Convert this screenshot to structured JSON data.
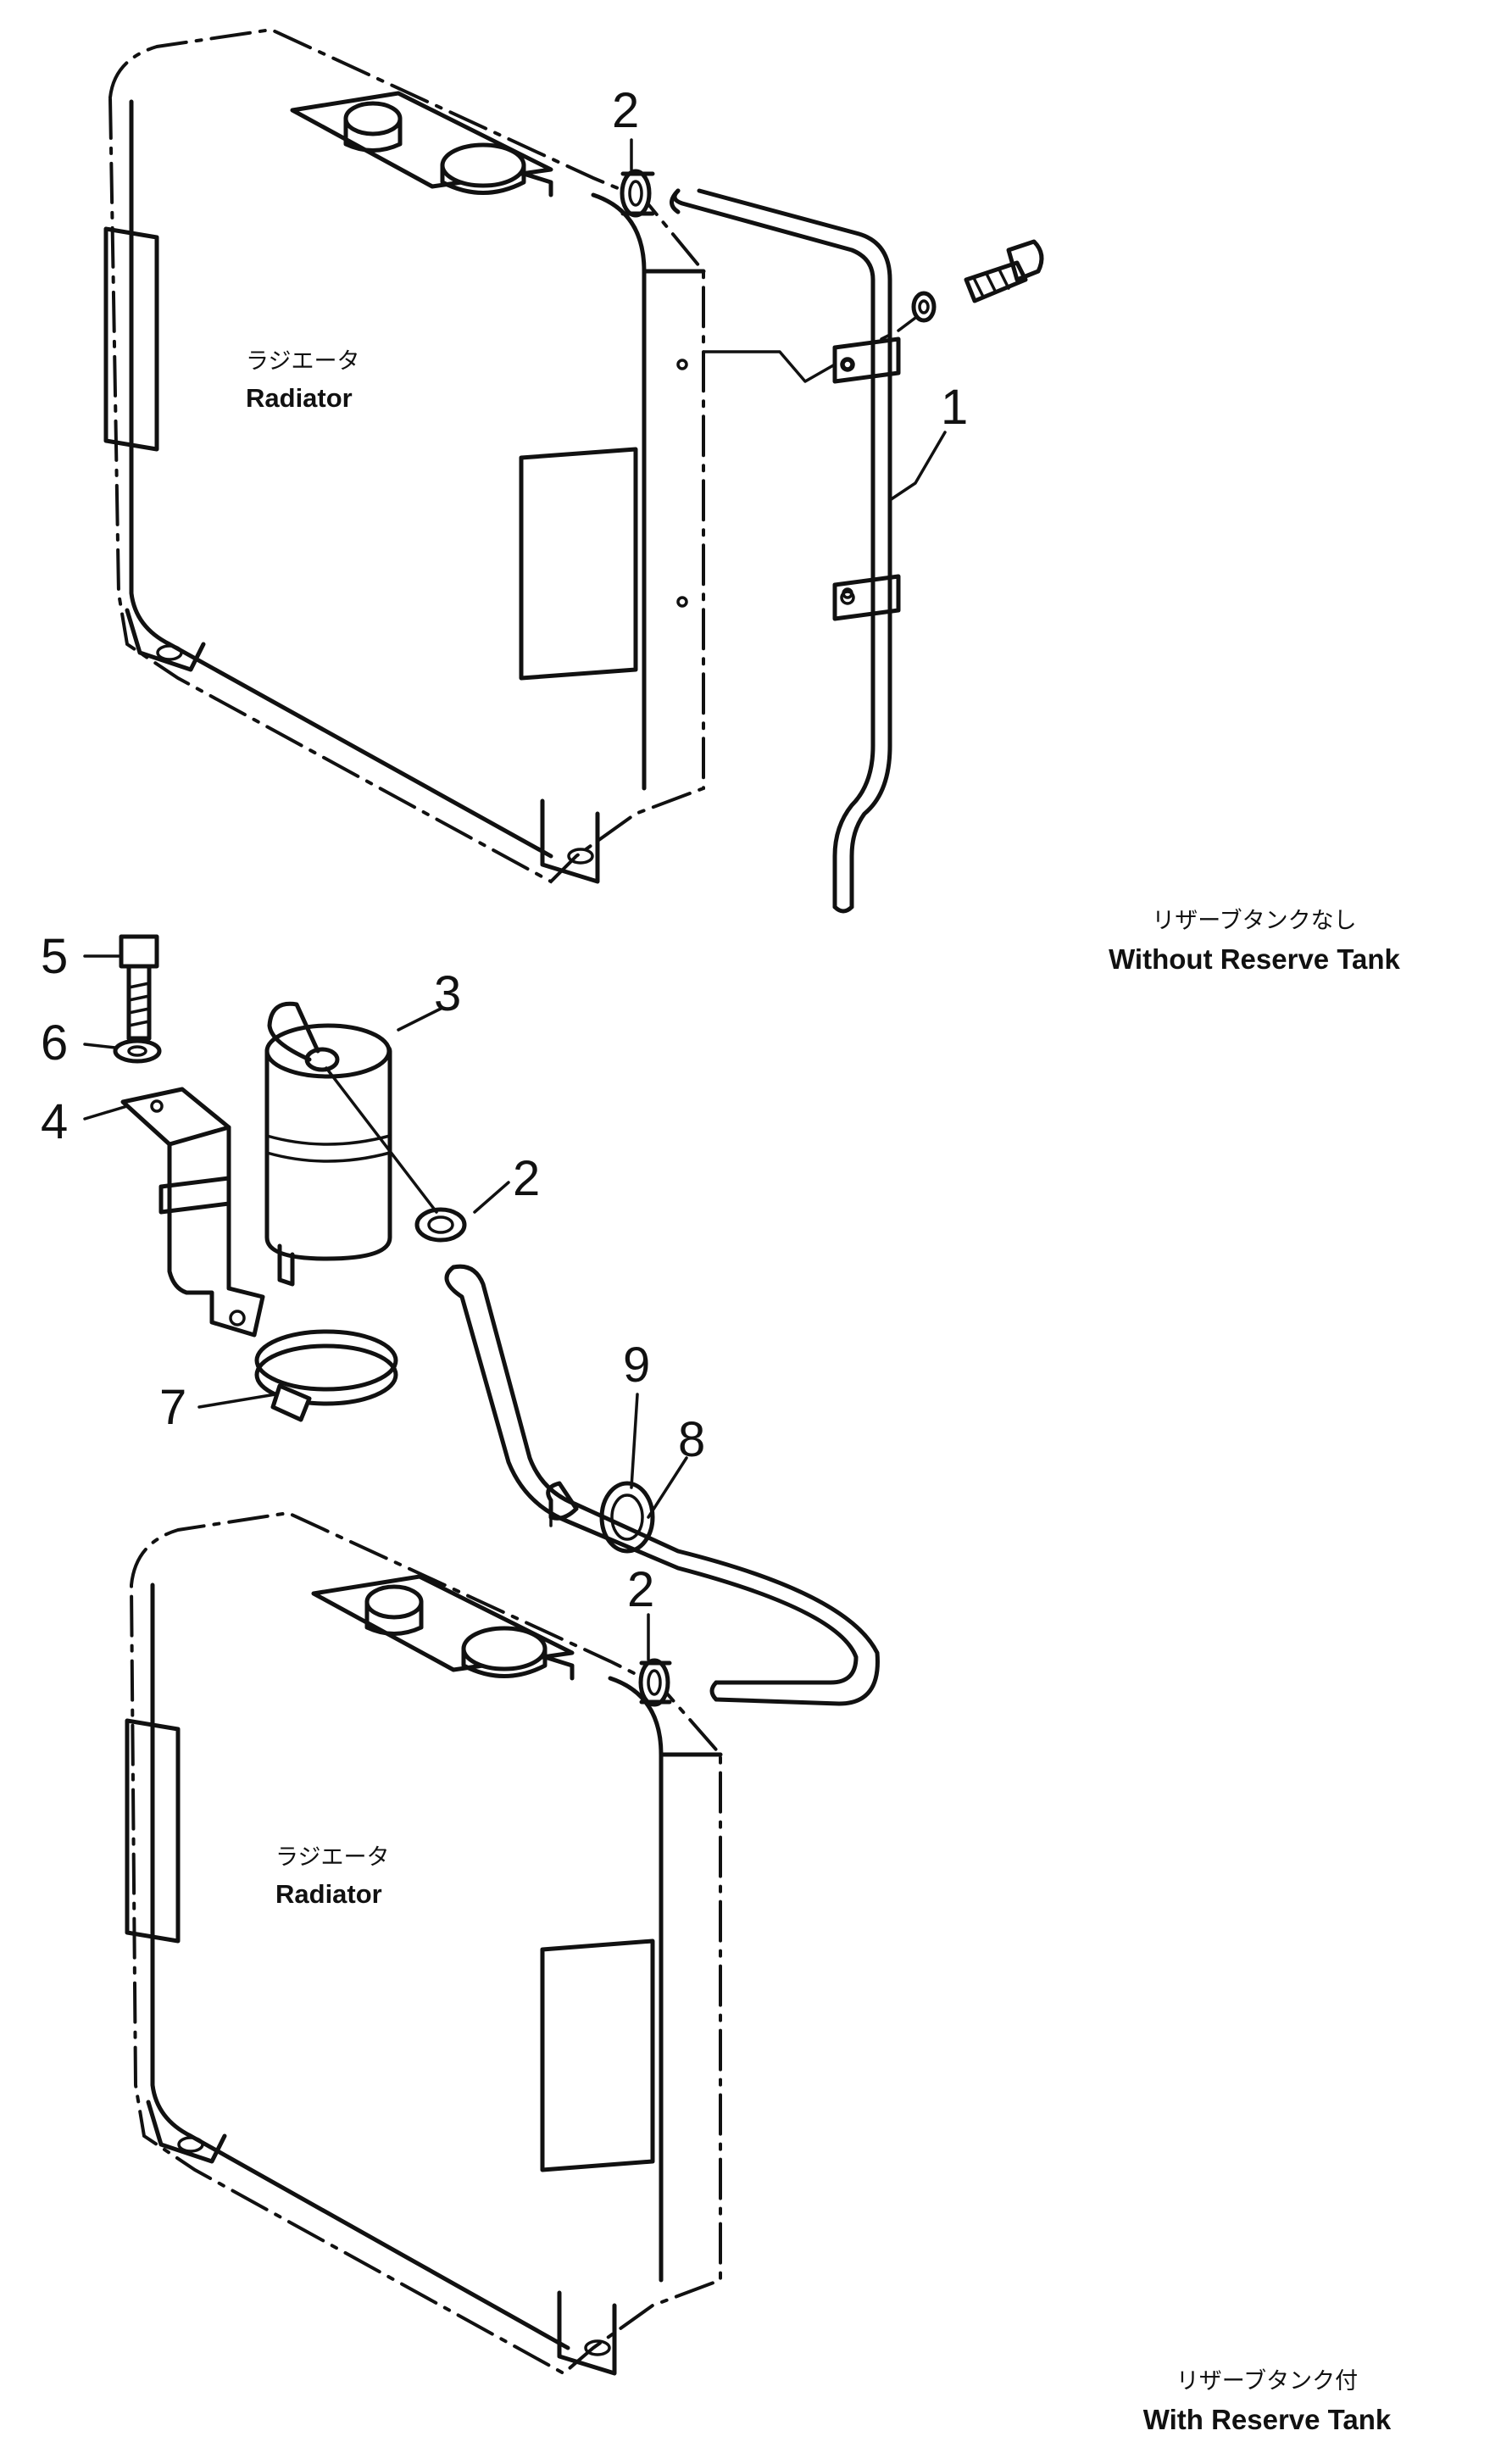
{
  "radiator": {
    "label_jp": "ラジエータ",
    "label_en": "Radiator"
  },
  "views": {
    "without": {
      "label_jp": "リザーブタンクなし",
      "label_en": "Without Reserve Tank"
    },
    "with": {
      "label_jp": "リザーブタンク付",
      "label_en": "With Reserve Tank"
    }
  },
  "callouts": {
    "c1": "1",
    "c2_top": "2",
    "c2_mid": "2",
    "c2_bottom": "2",
    "c3": "3",
    "c4": "4",
    "c5": "5",
    "c6": "6",
    "c7": "7",
    "c8": "8",
    "c9": "9"
  }
}
